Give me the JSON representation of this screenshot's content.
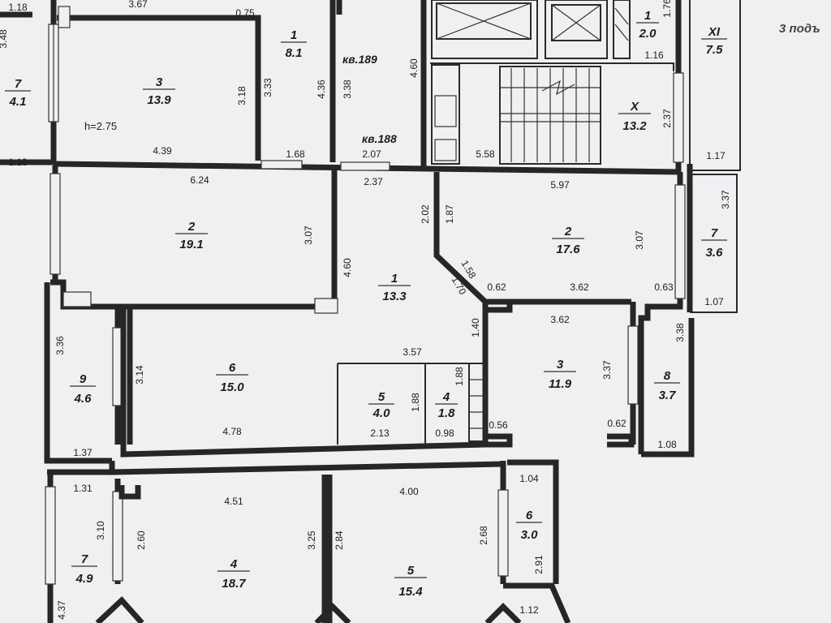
{
  "apartments": [
    {
      "label": "кв.189"
    },
    {
      "label": "кв.188"
    }
  ],
  "entrance_label": "3 подъ",
  "ceiling_height": "h=2.75",
  "rooms": [
    {
      "id": "r-7-left",
      "number": "7",
      "area": "4.1"
    },
    {
      "id": "r-3-top",
      "number": "3",
      "area": "13.9"
    },
    {
      "id": "r-1-top",
      "number": "1",
      "area": "8.1"
    },
    {
      "id": "r-1-small",
      "number": "1",
      "area": "2.0"
    },
    {
      "id": "r-xi",
      "number": "XI",
      "area": "7.5"
    },
    {
      "id": "r-x",
      "number": "X",
      "area": "13.2"
    },
    {
      "id": "r-2-left",
      "number": "2",
      "area": "19.1"
    },
    {
      "id": "r-1-hall",
      "number": "1",
      "area": "13.3"
    },
    {
      "id": "r-2-right",
      "number": "2",
      "area": "17.6"
    },
    {
      "id": "r-7-right",
      "number": "7",
      "area": "3.6"
    },
    {
      "id": "r-9",
      "number": "9",
      "area": "4.6"
    },
    {
      "id": "r-6",
      "number": "6",
      "area": "15.0"
    },
    {
      "id": "r-5-small",
      "number": "5",
      "area": "4.0"
    },
    {
      "id": "r-4-small",
      "number": "4",
      "area": "1.8"
    },
    {
      "id": "r-3-right",
      "number": "3",
      "area": "11.9"
    },
    {
      "id": "r-8-right",
      "number": "8",
      "area": "3.7"
    },
    {
      "id": "r-7-bottom",
      "number": "7",
      "area": "4.9"
    },
    {
      "id": "r-4-bottom",
      "number": "4",
      "area": "18.7"
    },
    {
      "id": "r-5-bottom",
      "number": "5",
      "area": "15.4"
    },
    {
      "id": "r-6-bottom",
      "number": "6",
      "area": "3.0"
    }
  ],
  "dimensions": [
    "1.18",
    "3.67",
    "0.75",
    "1.76",
    "3.48",
    "3.18",
    "3.33",
    "4.36",
    "3.38",
    "4.60",
    "1.16",
    "4.39",
    "1.68",
    "2.07",
    "1.18",
    "5.58",
    "2.37",
    "1.17",
    "6.24",
    "2.37",
    "5.97",
    "3.37",
    "2.02",
    "1.87",
    "3.07",
    "1.58",
    "3.07",
    "4.60",
    "1.70",
    "0.62",
    "3.62",
    "0.63",
    "1.07",
    "3.62",
    "3.38",
    "3.36",
    "1.40",
    "3.14",
    "3.57",
    "1.88",
    "3.37",
    "1.88",
    "4.78",
    "2.13",
    "0.98",
    "0.56",
    "0.62",
    "1.37",
    "1.08",
    "1.04",
    "1.31",
    "4.51",
    "4.00",
    "3.10",
    "2.60",
    "3.25",
    "2.84",
    "2.68",
    "2.91",
    "4.37",
    "1.12"
  ]
}
